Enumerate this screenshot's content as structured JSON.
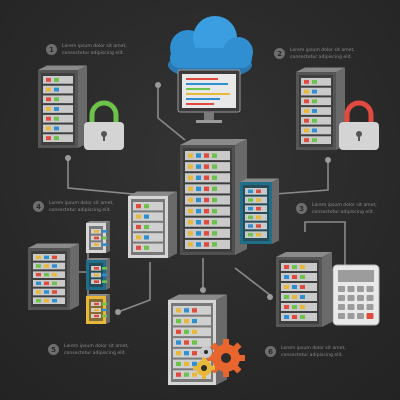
{
  "callouts": [
    {
      "num": "1",
      "line1": "Lorem ipsum dolor sit amet,",
      "line2": "consectetur adipiscing elit."
    },
    {
      "num": "2",
      "line1": "Lorem ipsum dolor sit amet,",
      "line2": "consectetur adipiscing elit."
    },
    {
      "num": "3",
      "line1": "Lorem ipsum dolor sit amet,",
      "line2": "consectetur adipiscing elit."
    },
    {
      "num": "4",
      "line1": "Lorem ipsum dolor sit amet,",
      "line2": "consectetur adipiscing elit."
    },
    {
      "num": "5",
      "line1": "Lorem ipsum dolor sit amet,",
      "line2": "consectetur adipiscing elit."
    },
    {
      "num": "6",
      "line1": "Lorem ipsum dolor sit amet,",
      "line2": "consectetur adipiscing elit."
    }
  ],
  "colors": {
    "background": "#2b2b2b",
    "cloud": "#2f8fd0",
    "lock_green": "#6cc24a",
    "lock_red": "#e04a3f",
    "rack_dark": "#4a4a4a",
    "rack_teal": "#1f6f8b",
    "rack_yellow": "#e8b83a",
    "gear_orange": "#e8662d"
  },
  "icons": [
    "cloud-icon",
    "monitor-icon",
    "server-rack-icon",
    "padlock-icon",
    "calculator-icon",
    "gear-icon"
  ]
}
